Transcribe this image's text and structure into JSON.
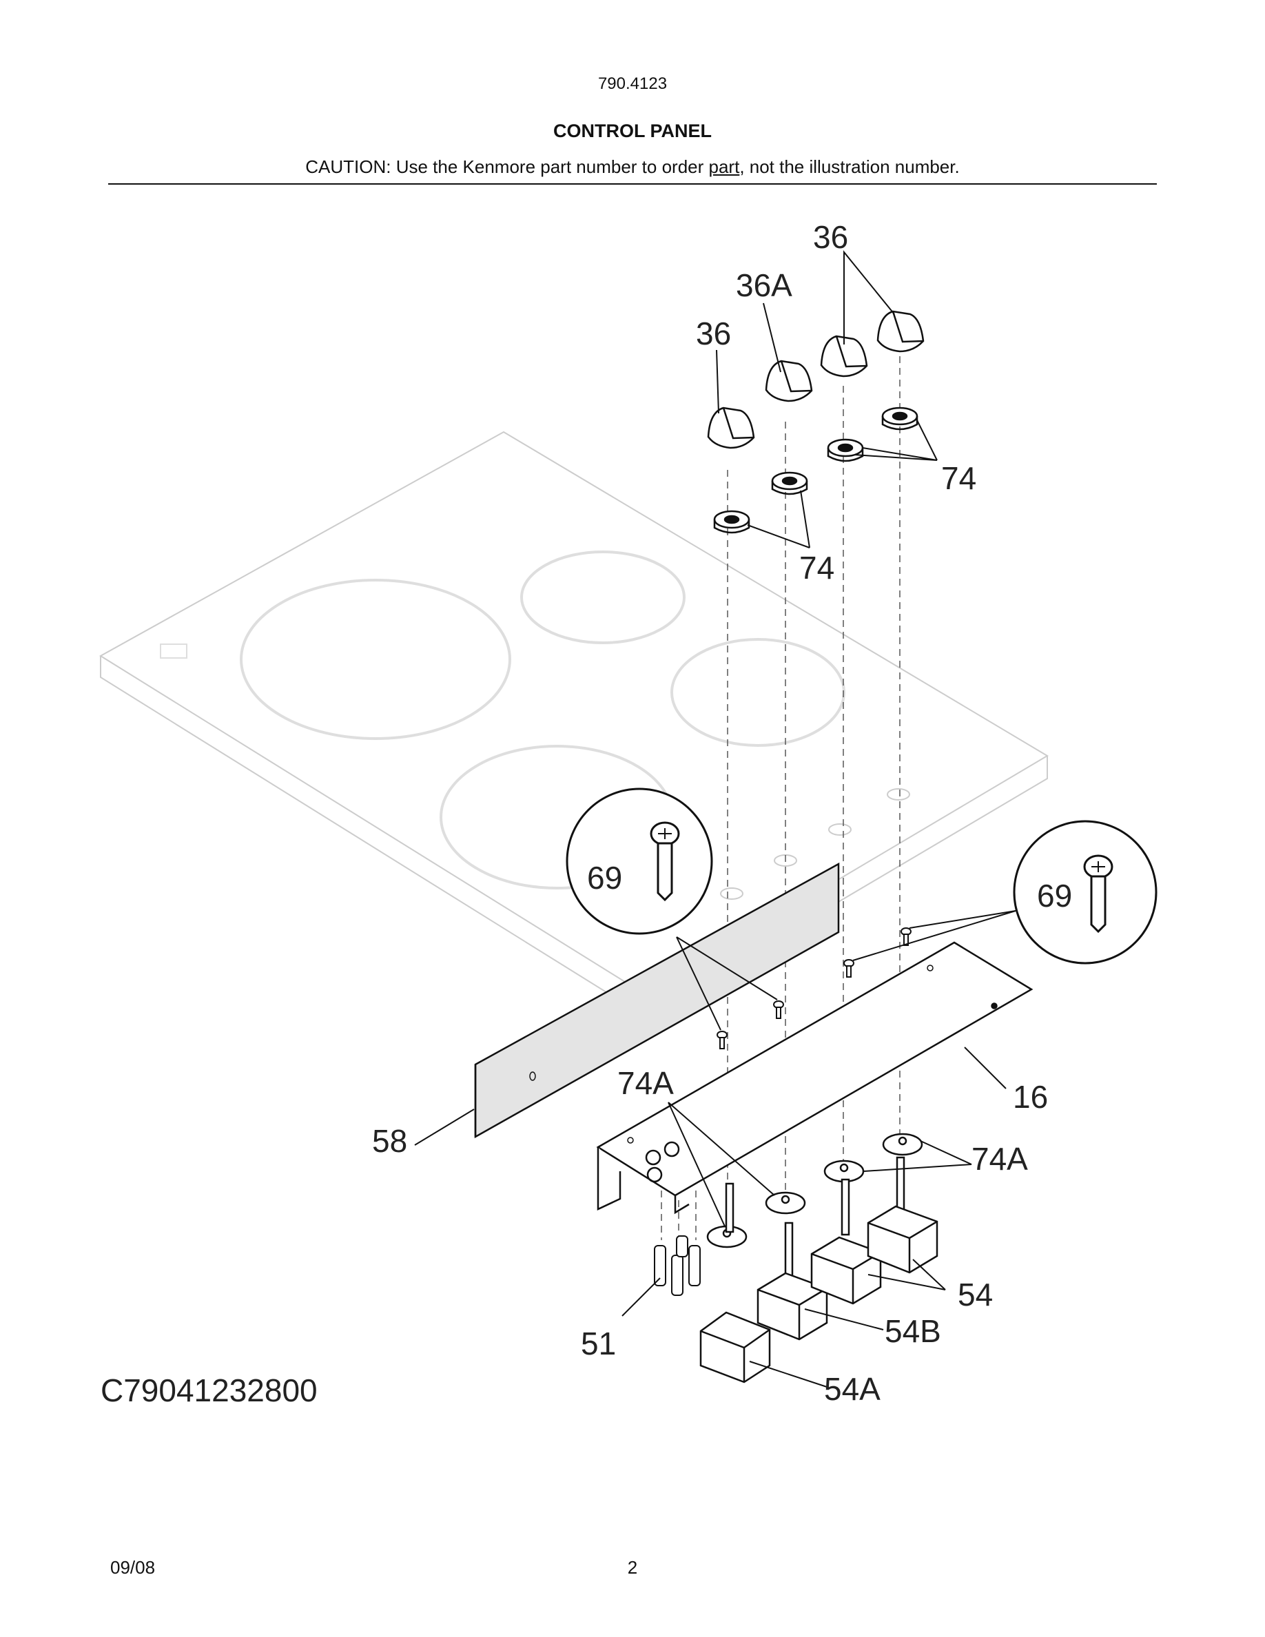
{
  "header": {
    "model_number": "790.4123",
    "section_title": "CONTROL PANEL",
    "caution_prefix": "CAUTION: Use the Kenmore part number to order ",
    "caution_underlined": "part",
    "caution_suffix": ", not the illustration number."
  },
  "diagram": {
    "illustration_code": "C79041232800",
    "callouts": {
      "knob_left": "36",
      "knob_center": "36A",
      "knob_right": "36",
      "bezel_right": "74",
      "bezel_left": "74",
      "screw_left": "69",
      "screw_right": "69",
      "bracket_left": "74A",
      "bracket_right": "74A",
      "panel_16": "16",
      "panel_58": "58",
      "switch_54": "54",
      "switch_54b": "54B",
      "switch_54a": "54A",
      "light_51": "51"
    }
  },
  "footer": {
    "date": "09/08",
    "page": "2"
  }
}
